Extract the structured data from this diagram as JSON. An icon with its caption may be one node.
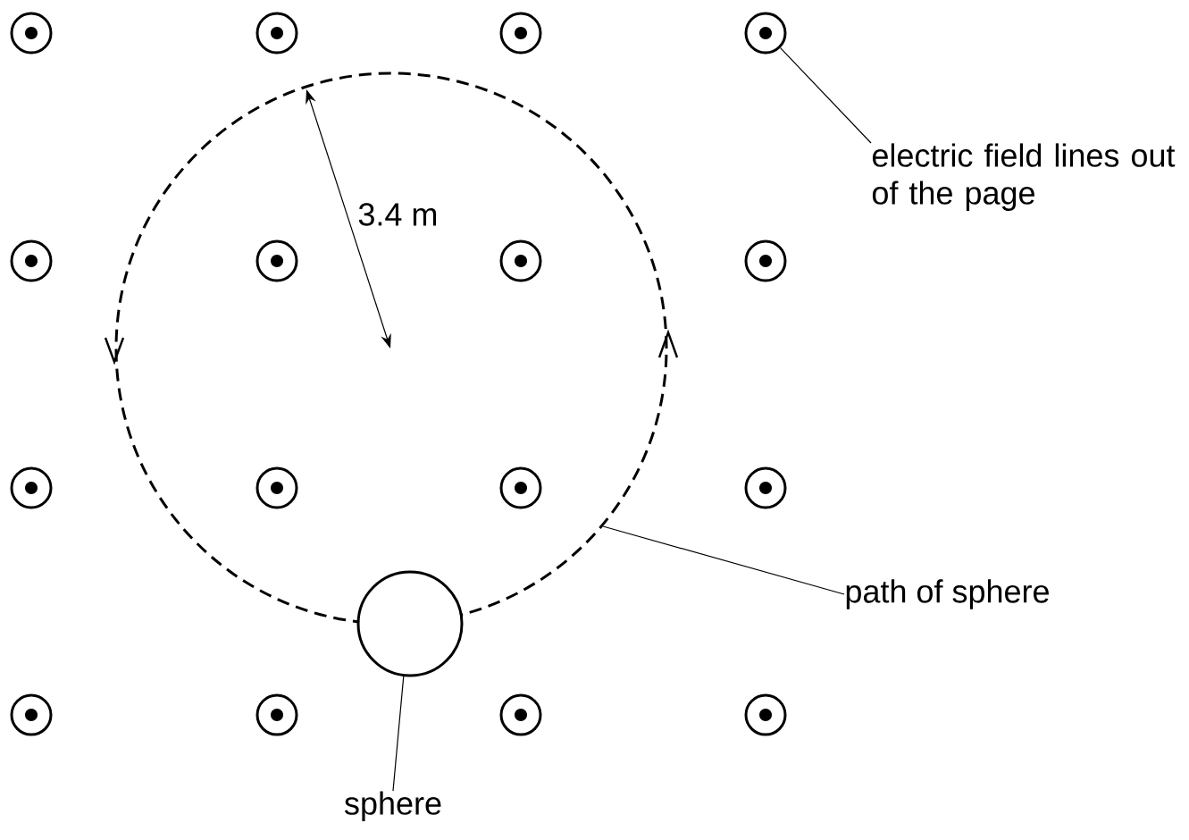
{
  "diagram": {
    "nodes": [
      {
        "text": [
          "electric field lines out of the page"
        ]
      },
      {
        "text": [],
        "shape": "circle"
      },
      {
        "text": [
          "path of sphere"
        ]
      },
      {
        "text": [],
        "shape": "circle"
      },
      {
        "text": [
          "sphere"
        ]
      },
      {
        "text": [],
        "shape": "circle"
      }
    ],
    "edges": [
      {
        "from": 0,
        "to": 1,
        "arrow": "none"
      },
      {
        "from": 2,
        "to": 3,
        "arrow": "none"
      },
      {
        "from": 4,
        "to": 5,
        "arrow": "none"
      }
    ],
    "labels": [
      "3.4 m"
    ]
  }
}
